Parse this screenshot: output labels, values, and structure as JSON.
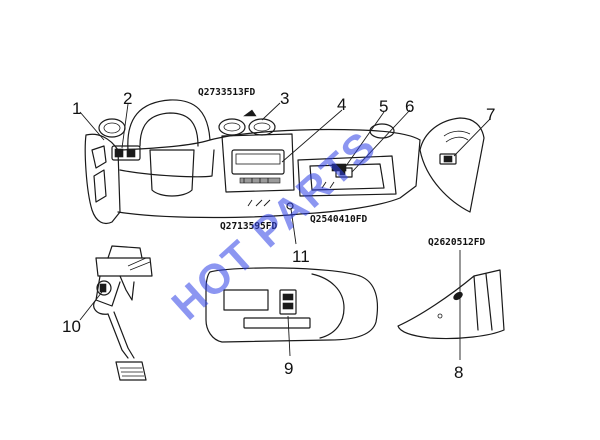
{
  "callouts": [
    "1",
    "2",
    "3",
    "4",
    "5",
    "6",
    "7",
    "8",
    "9",
    "10",
    "11"
  ],
  "part_codes": {
    "code_3": "Q2733513FD",
    "code_left": "Q2713595FD",
    "code_center": "Q2540410FD",
    "code_8": "Q2620512FD"
  },
  "watermark": "HOT PARTS",
  "colors": {
    "line": "#1a1a1a",
    "watermark": "#2d3fe6"
  }
}
